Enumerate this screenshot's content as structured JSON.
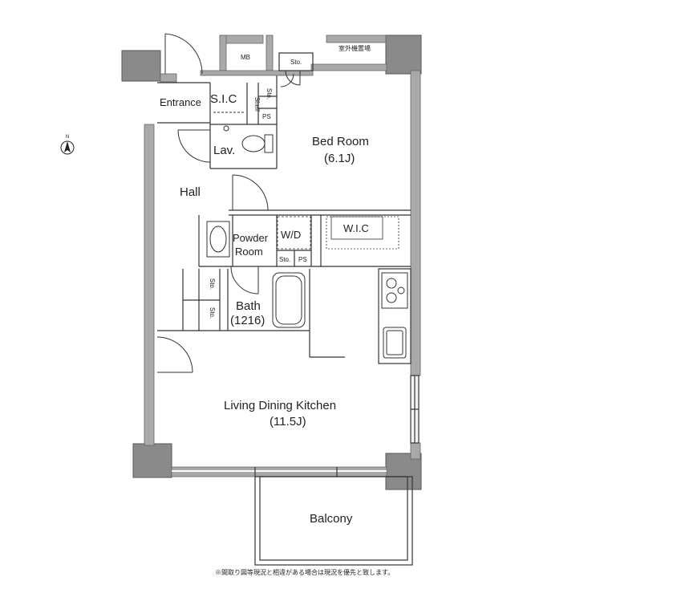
{
  "compass": {
    "label": "N"
  },
  "rooms": {
    "entrance": "Entrance",
    "sic": "S.I.C",
    "shelf": "Shelf",
    "sto_a": "Sto.",
    "sto_top": "Sto.",
    "ps_a": "PS",
    "mb": "MB",
    "outdoor_unit": "室外機置場",
    "lav": "Lav.",
    "bedroom": {
      "name": "Bed Room",
      "size": "(6.1J)"
    },
    "hall": "Hall",
    "powder": {
      "line1": "Powder",
      "line2": "Room"
    },
    "wd": "W/D",
    "sto_b": "Sto.",
    "ps_b": "PS",
    "wic": "W.I.C",
    "sto_c": "Sto.",
    "sto_d": "Sto.",
    "bath": {
      "name": "Bath",
      "size": "(1216)"
    },
    "ldk": {
      "name": "Living Dining Kitchen",
      "size": "(11.5J)"
    },
    "balcony": "Balcony"
  },
  "footnote": "※間取り図等現況と相違がある場合は現況を優先と致します。"
}
